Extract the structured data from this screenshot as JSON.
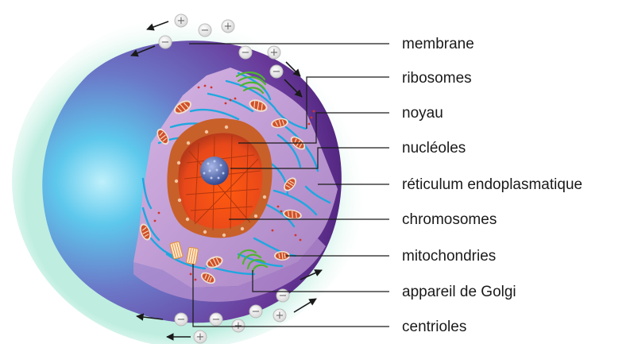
{
  "labels": {
    "membrane": "membrane",
    "ribosomes": "ribosomes",
    "noyau": "noyau",
    "nucleoles": "nucléoles",
    "reticulum": "réticulum endoplasmatique",
    "chromosomes": "chromosomes",
    "mitochondries": "mitochondries",
    "golgi": "appareil de Golgi",
    "centrioles": "centrioles"
  },
  "ion_symbols": {
    "plus": "+",
    "minus": "−"
  },
  "colors": {
    "outer_glow": "#bfeee0",
    "cell_light": "#5ec8ec",
    "cell_dark": "#5a2a8a",
    "cytoplasm": "#c9a2d8",
    "nucleus_rim": "#c8602a",
    "nucleus_core": "#f05a10",
    "er": "#1ea7e0",
    "golgi": "#5ac23a",
    "ribosome": "#d0352a",
    "nucleolus": "#3a4f9a"
  }
}
